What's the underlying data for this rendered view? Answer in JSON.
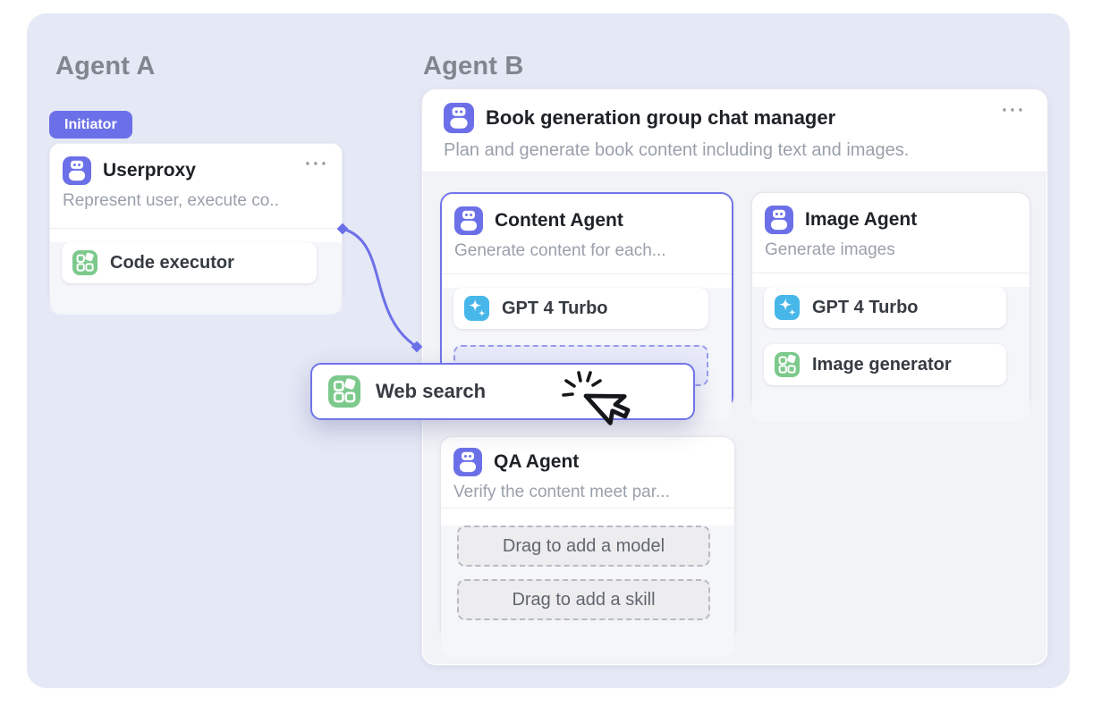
{
  "colors": {
    "accent": "#6c70e8",
    "skill_green": "#7cc98c",
    "model_blue": "#47b7e9",
    "canvas": "#e5e8f5"
  },
  "headings": {
    "agent_a": "Agent A",
    "agent_b": "Agent B"
  },
  "icons": {
    "menu": "···"
  },
  "agent_a": {
    "badge": "Initiator",
    "card": {
      "title": "Userproxy",
      "description": "Represent user, execute co..",
      "skill": "Code executor"
    }
  },
  "agent_b": {
    "manager": {
      "title": "Book generation group chat manager",
      "description": "Plan and generate book content including text and images."
    },
    "content_agent": {
      "title": "Content Agent",
      "description": "Generate content for each...",
      "model": "GPT 4 Turbo"
    },
    "image_agent": {
      "title": "Image Agent",
      "description": "Generate images",
      "model": "GPT 4 Turbo",
      "skill": "Image generator"
    },
    "qa_agent": {
      "title": "QA Agent",
      "description": "Verify the content meet par...",
      "model_placeholder": "Drag to add a model",
      "skill_placeholder": "Drag to add a skill"
    }
  },
  "drag": {
    "label": "Web search"
  }
}
